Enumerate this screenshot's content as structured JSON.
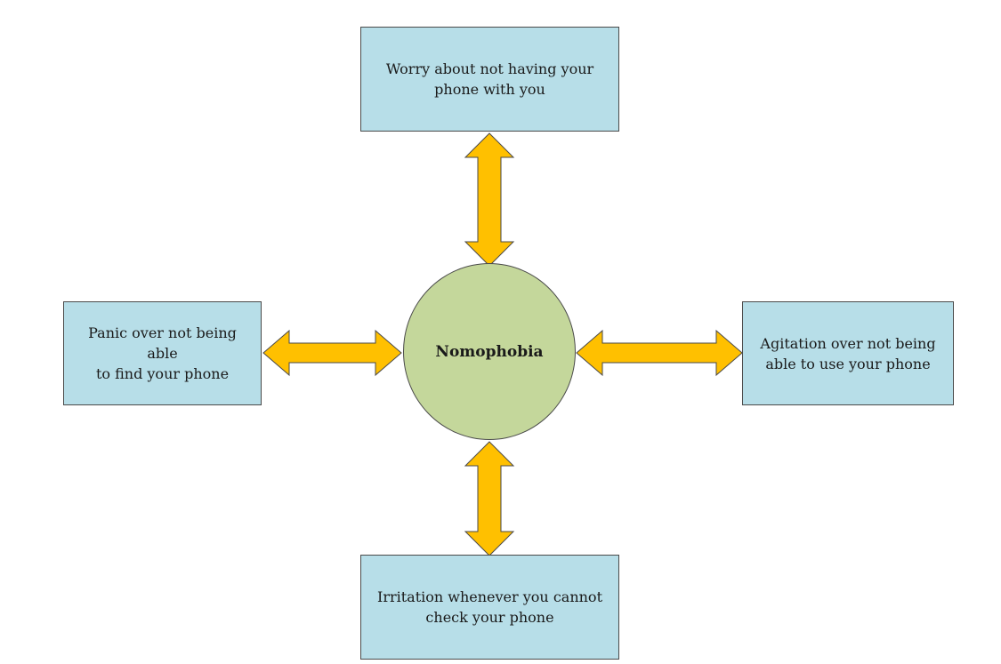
{
  "diagram": {
    "center": {
      "label": "Nomophobia",
      "color": "#c4d79b"
    },
    "nodes": {
      "top": {
        "line1": "Worry about not having your",
        "line2": "phone with you"
      },
      "left": {
        "line1": "Panic over not being able",
        "line2": "to find your phone"
      },
      "right": {
        "line1": "Agitation over not being",
        "line2": "able to use your phone"
      },
      "bottom": {
        "line1": "Irritation whenever you cannot",
        "line2": "check your phone"
      }
    },
    "node_color": "#b7dee8",
    "arrow_color": "#ffc000",
    "arrow_style": "double-headed"
  }
}
